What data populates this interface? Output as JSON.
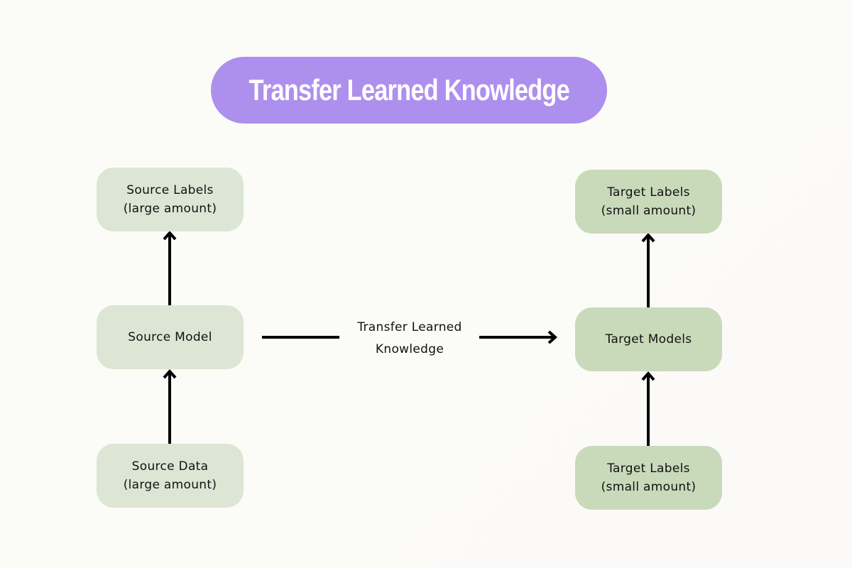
{
  "title": "Transfer Learned Knowledge",
  "colors": {
    "background": "#fbfbf7",
    "title_pill": "#ad8fee",
    "title_text": "#ffffff",
    "source_node": "#dde6d5",
    "target_node": "#c9dabb",
    "arrow": "#000000",
    "text": "#111111"
  },
  "source": {
    "labels": {
      "line1": "Source Labels",
      "line2": "(large amount)"
    },
    "model": {
      "line1": "Source Model"
    },
    "data": {
      "line1": "Source Data",
      "line2": "(large amount)"
    }
  },
  "target": {
    "labels_top": {
      "line1": "Target Labels",
      "line2": "(small amount)"
    },
    "models": {
      "line1": "Target Models"
    },
    "labels_bottom": {
      "line1": "Target Labels",
      "line2": "(small amount)"
    }
  },
  "transfer_edge": {
    "line1": "Transfer Learned",
    "line2": "Knowledge"
  },
  "edges": [
    {
      "from": "Source Data",
      "to": "Source Model"
    },
    {
      "from": "Source Model",
      "to": "Source Labels"
    },
    {
      "from": "Source Model",
      "to": "Target Models",
      "label": "Transfer Learned Knowledge"
    },
    {
      "from": "Target Labels (bottom)",
      "to": "Target Models"
    },
    {
      "from": "Target Models",
      "to": "Target Labels (top)"
    }
  ]
}
